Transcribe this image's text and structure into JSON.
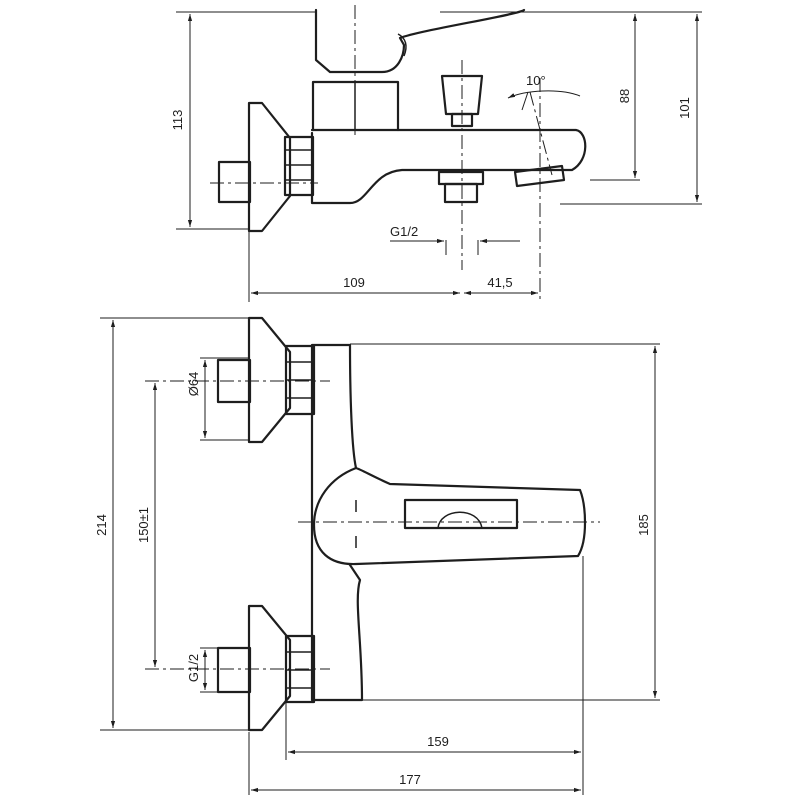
{
  "dimensions": {
    "side_height_total": "113",
    "side_spout_height": "88",
    "side_outer_height": "101",
    "side_angle": "10°",
    "side_outlet_thread": "G1/2",
    "side_depth": "109",
    "side_spout_offset": "41,5",
    "front_diameter": "Ø64",
    "front_inlet_spacing": "150±1",
    "front_total_height": "214",
    "front_body_height": "185",
    "front_inlet_thread": "G1/2",
    "front_body_width": "159",
    "front_total_width": "177"
  }
}
